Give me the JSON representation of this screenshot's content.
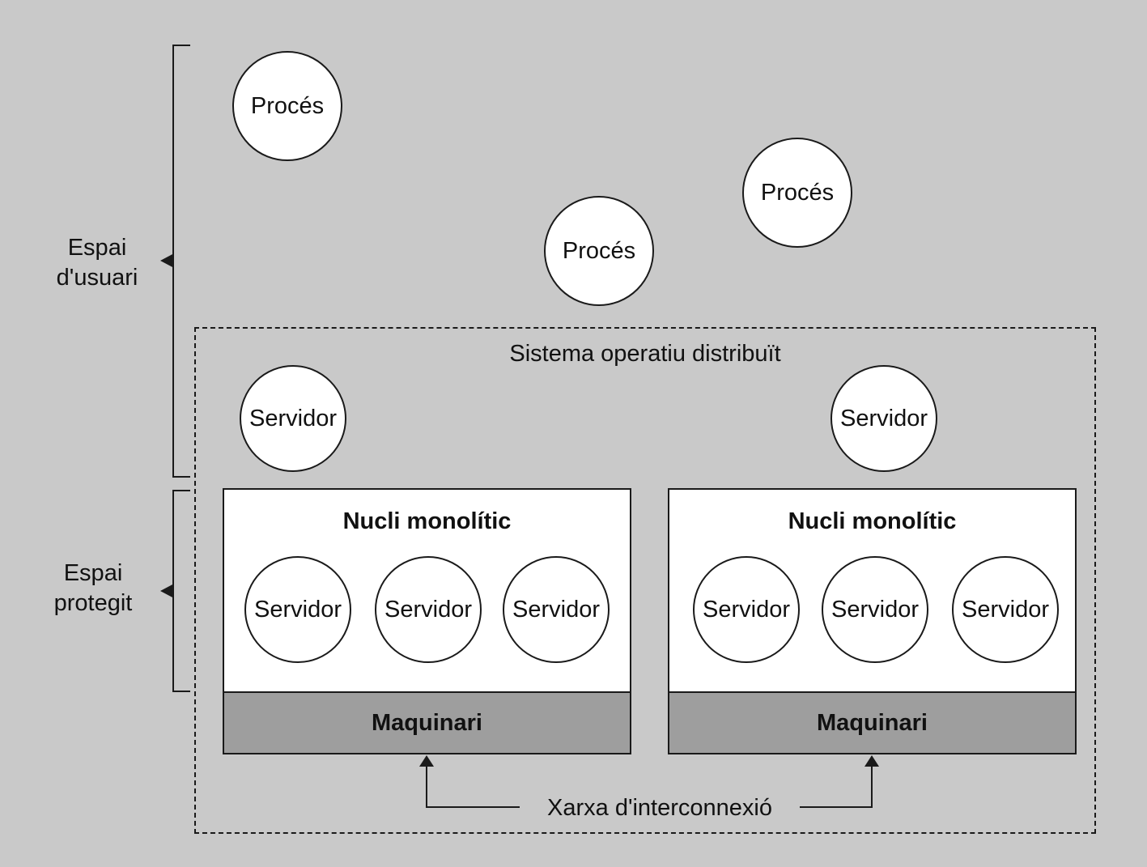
{
  "colors": {
    "background": "#c9c9c9",
    "node_fill": "#ffffff",
    "hardware_fill": "#9e9e9e",
    "stroke": "#1a1a1a"
  },
  "user_space": {
    "label_line1": "Espai",
    "label_line2": "d'usuari",
    "processes": [
      {
        "label": "Procés"
      },
      {
        "label": "Procés"
      },
      {
        "label": "Procés"
      }
    ]
  },
  "protected_space": {
    "label_line1": "Espai",
    "label_line2": "protegit"
  },
  "os": {
    "title": "Sistema operatiu distribuït",
    "top_servers": [
      {
        "label": "Servidor"
      },
      {
        "label": "Servidor"
      }
    ],
    "nodes": [
      {
        "kernel_title": "Nucli monolític",
        "servers": [
          {
            "label": "Servidor"
          },
          {
            "label": "Servidor"
          },
          {
            "label": "Servidor"
          }
        ],
        "hardware_label": "Maquinari"
      },
      {
        "kernel_title": "Nucli monolític",
        "servers": [
          {
            "label": "Servidor"
          },
          {
            "label": "Servidor"
          },
          {
            "label": "Servidor"
          }
        ],
        "hardware_label": "Maquinari"
      }
    ],
    "network_label": "Xarxa d'interconnexió"
  }
}
